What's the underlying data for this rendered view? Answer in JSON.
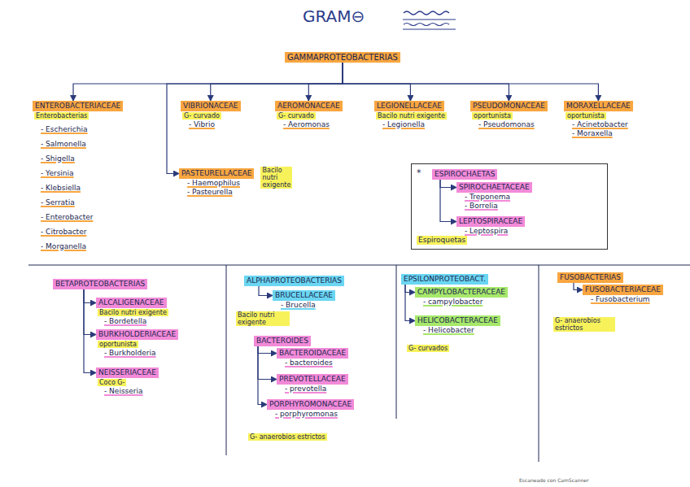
{
  "diagram": {
    "title": "GRAM⊖",
    "nodes": [
      {
        "text": [
          "GAMMAPROTEOBACTERIAS"
        ]
      },
      {
        "text": [
          "ENTEROBACTERIACEAE",
          "Enterobacterias",
          "- Escherichia",
          "- Salmonella",
          "- Shigella",
          "- Yersinia",
          "- Klebsiella",
          "- Serratia",
          "- Enterobacter",
          "- Citrobacter",
          "- Morganella"
        ]
      },
      {
        "text": [
          "VIBRIONACEAE",
          "G- curvado",
          "- Vibrio"
        ]
      },
      {
        "text": [
          "AEROMONACEAE",
          "G- curvado",
          "- Aeromonas"
        ]
      },
      {
        "text": [
          "LEGIONELLACEAE",
          "Bacilo nutri exigente",
          "- Legionella"
        ]
      },
      {
        "text": [
          "PSEUDOMONACEAE",
          "oportunista",
          "- Pseudomonas"
        ]
      },
      {
        "text": [
          "MORAXELLACEAE",
          "oportunista",
          "- Acinetobacter",
          "- Moraxella"
        ]
      },
      {
        "text": [
          "PASTEURELLACEAE",
          "Bacilo nutri exigente",
          "- Haemophilus",
          "- Pasteurella"
        ]
      },
      {
        "text": [
          "*",
          "Espiroquetas"
        ]
      },
      {
        "text": [
          "ESPIROCHAETAS"
        ],
        "in": 8
      },
      {
        "text": [
          "SPIROCHAETACEAE",
          "- Treponema",
          "- Borrelia"
        ],
        "in": 8
      },
      {
        "text": [
          "LEPTOSPIRACEAE",
          "- Leptospira"
        ],
        "in": 8
      },
      {
        "text": [
          "BETAPROTEOBACTERIAS"
        ]
      },
      {
        "text": [
          "ALCALIGENACEAE",
          "Bacilo nutri exigente",
          "- Bordetella"
        ]
      },
      {
        "text": [
          "BURKHOLDERIACEAE",
          "oportunista",
          "- Burkholderia"
        ]
      },
      {
        "text": [
          "NEISSERIACEAE",
          "Coco G-",
          "- Neisseria"
        ]
      },
      {
        "text": [
          "ALPHAPROTEOBACTERIAS"
        ]
      },
      {
        "text": [
          "BRUCELLACEAE",
          "- Brucella"
        ]
      },
      {
        "text": [
          "BACTEROIDES"
        ]
      },
      {
        "text": [
          "BACTEROIDACEAE",
          "- bacteroides"
        ]
      },
      {
        "text": [
          "PREVOTELLACEAE",
          "- prevotella"
        ]
      },
      {
        "text": [
          "PORPHYROMONACEAE",
          "- porphyromonas"
        ]
      },
      {
        "text": [
          "EPSILONPROTEOBACT."
        ]
      },
      {
        "text": [
          "CAMPYLOBACTERACEAE",
          "- campylobacter"
        ]
      },
      {
        "text": [
          "HELICOBACTERACEAE",
          "- Helicobacter"
        ]
      },
      {
        "text": [
          "FUSOBACTERIAS"
        ]
      },
      {
        "text": [
          "FUSOBACTERIACEAE",
          "- Fusobacterium"
        ]
      }
    ],
    "edges": [
      {
        "from": 0,
        "to": 1,
        "arrow": "to"
      },
      {
        "from": 0,
        "to": 2,
        "arrow": "to"
      },
      {
        "from": 0,
        "to": 3,
        "arrow": "to"
      },
      {
        "from": 0,
        "to": 4,
        "arrow": "to"
      },
      {
        "from": 0,
        "to": 5,
        "arrow": "to"
      },
      {
        "from": 0,
        "to": 6,
        "arrow": "to"
      },
      {
        "from": 0,
        "to": 7,
        "arrow": "to"
      },
      {
        "from": 9,
        "to": 10,
        "arrow": "to"
      },
      {
        "from": 9,
        "to": 11,
        "arrow": "to"
      },
      {
        "from": 12,
        "to": 13,
        "arrow": "to"
      },
      {
        "from": 12,
        "to": 14,
        "arrow": "to"
      },
      {
        "from": 12,
        "to": 15,
        "arrow": "to"
      },
      {
        "from": 16,
        "to": 17,
        "arrow": "to"
      },
      {
        "from": 18,
        "to": 19,
        "arrow": "to"
      },
      {
        "from": 18,
        "to": 20,
        "arrow": "to"
      },
      {
        "from": 18,
        "to": 21,
        "arrow": "to"
      },
      {
        "from": 22,
        "to": 23,
        "arrow": "to"
      },
      {
        "from": 22,
        "to": 24,
        "arrow": "to"
      },
      {
        "from": 25,
        "to": 26,
        "arrow": "to"
      }
    ],
    "labels": [
      "Bacilo nutri exigente",
      "G- anaerobios estrictos",
      "G- curvados",
      "G- anaerobios estrictos",
      "Escaneado con CamScanner"
    ]
  }
}
